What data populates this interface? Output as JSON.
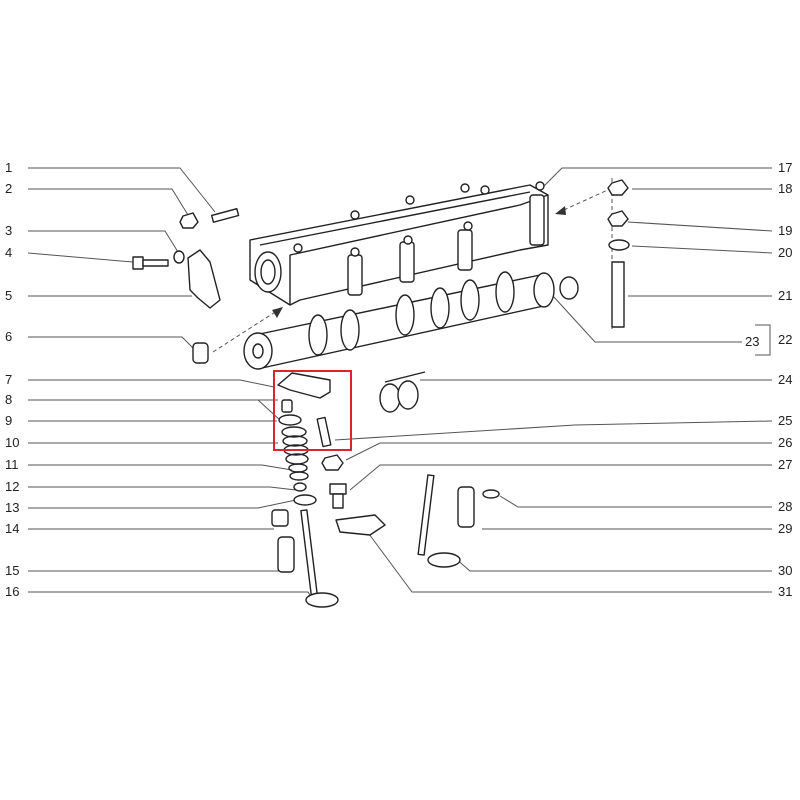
{
  "diagram": {
    "type": "exploded parts diagram - camshaft and valve train",
    "highlight_color": "#d9262b",
    "line_color": "#333333",
    "highlighted_callouts": [
      "7",
      "8",
      "9",
      "10",
      "25"
    ],
    "labels_left": [
      "1",
      "2",
      "3",
      "4",
      "5",
      "6",
      "7",
      "8",
      "9",
      "10",
      "11",
      "12",
      "13",
      "14",
      "15",
      "16"
    ],
    "labels_right": [
      "17",
      "18",
      "19",
      "20",
      "21",
      "22",
      "23",
      "24",
      "25",
      "26",
      "27",
      "28",
      "29",
      "30",
      "31"
    ]
  }
}
